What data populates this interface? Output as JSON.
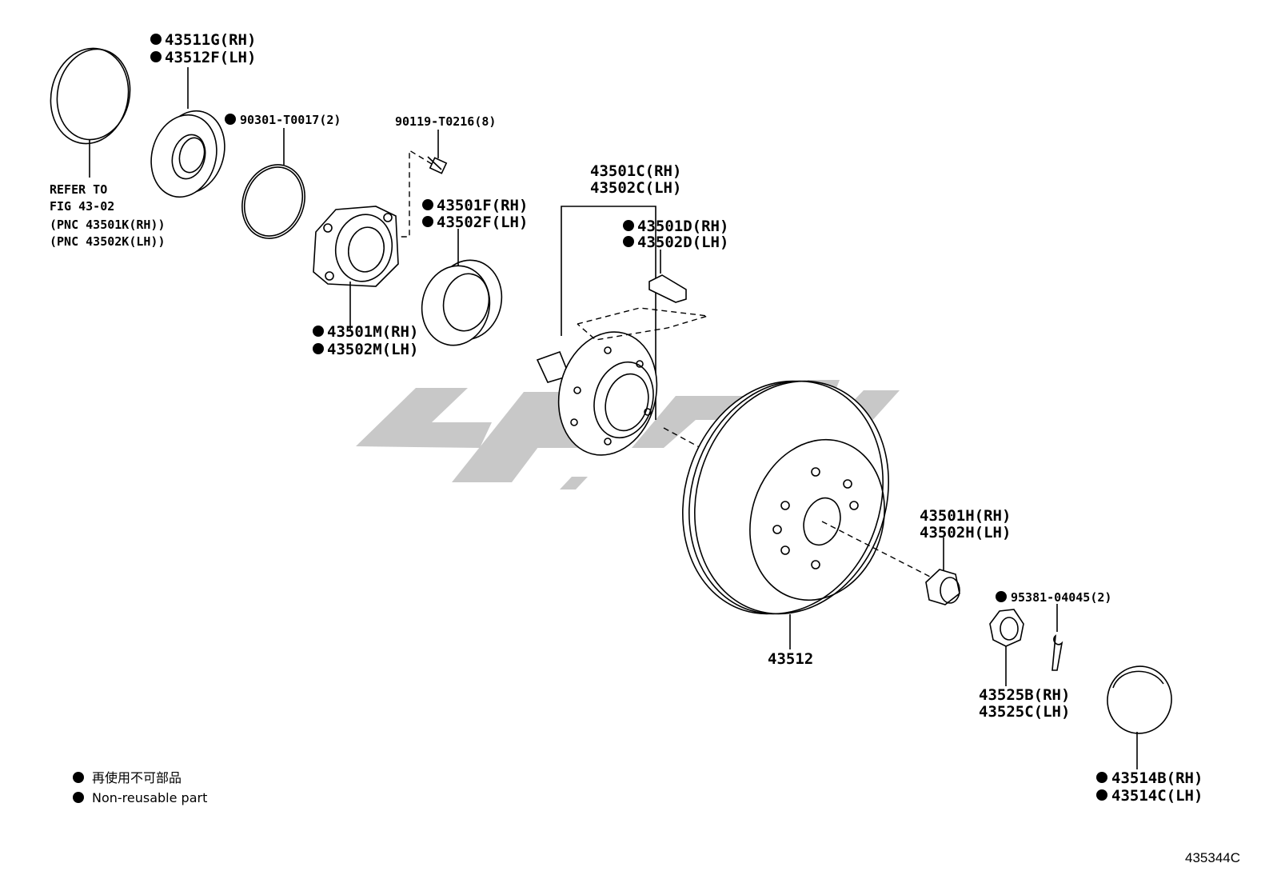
{
  "labels": {
    "seal_rh": "43511G(RH)",
    "seal_lh": "43512F(LH)",
    "oring": "90301-T0017(2)",
    "bolt": "90119-T0216(8)",
    "refer1": "REFER TO",
    "refer2": "FIG 43-02",
    "refer3": "(PNC 43501K(RH))",
    "refer4": "(PNC 43502K(LH))",
    "housing_rh": "43501M(RH)",
    "housing_lh": "43502M(LH)",
    "bearing_rh": "43501F(RH)",
    "bearing_lh": "43502F(LH)",
    "hub_rh": "43501C(RH)",
    "hub_lh": "43502C(LH)",
    "stud_rh": "43501D(RH)",
    "stud_lh": "43502D(LH)",
    "nut_rh": "43501H(RH)",
    "nut_lh": "43502H(LH)",
    "pin": "95381-04045(2)",
    "disc": "43512",
    "lock_rh": "43525B(RH)",
    "lock_lh": "43525C(LH)",
    "cap_rh": "43514B(RH)",
    "cap_lh": "43514C(LH)"
  },
  "legend": {
    "jp": "再使用不可部品",
    "en": "Non-reusable part"
  },
  "figure_code": "435344C",
  "colors": {
    "ink": "#000000",
    "watermark": "#c8c8c8"
  }
}
